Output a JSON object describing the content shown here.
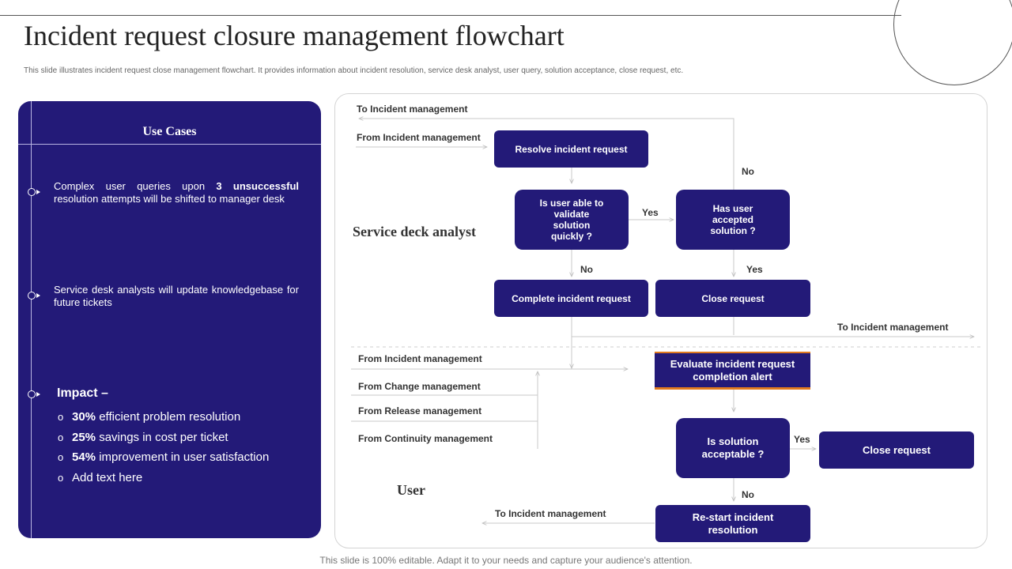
{
  "header": {
    "title": "Incident request closure management flowchart",
    "subtitle": "This slide illustrates incident request close management  flowchart. It provides information about incident resolution, service desk analyst, user query, solution acceptance, close request, etc."
  },
  "footer": "This slide is 100% editable. Adapt it to your needs and capture your audience's attention.",
  "use_cases": {
    "title": "Use Cases",
    "item1": {
      "pre": "Complex user queries upon ",
      "bold": "3 unsuccessful",
      "post": " resolution attempts will be shifted to manager desk"
    },
    "item2": "Service desk analysts will update knowledgebase for future tickets",
    "impact_title": "Impact –",
    "impact_items": [
      {
        "bold": "30%",
        "text": " efficient problem resolution"
      },
      {
        "bold": "25%",
        "text": " savings in cost per ticket"
      },
      {
        "bold": "54%",
        "text": " improvement in  user satisfaction"
      },
      {
        "bold": "",
        "text": "Add text here"
      }
    ],
    "bullet_glyph": "o"
  },
  "flowchart": {
    "lanes": {
      "analyst": "Service deck analyst",
      "user": "User"
    },
    "nodes": {
      "resolve": "Resolve incident request",
      "validate": "Is user able to validate solution quickly ?",
      "accepted": "Has user accepted solution ?",
      "complete": "Complete incident request",
      "close1": "Close request",
      "evaluate": "Evaluate incident request completion alert",
      "acceptable": "Is solution acceptable ?",
      "close2": "Close request",
      "restart": "Re-start incident resolution"
    },
    "labels": {
      "to_im_top": "To Incident management",
      "from_im_top": "From Incident management",
      "no_top": "No",
      "yes_mid": "Yes",
      "no_mid": "No",
      "yes_right": "Yes",
      "to_im_right": "To Incident management",
      "from_im": "From Incident management",
      "from_change": "From Change management",
      "from_release": "From Release management",
      "from_continuity": "From Continuity  management",
      "yes_user": "Yes",
      "no_user": "No",
      "to_im_bottom": "To Incident management"
    }
  },
  "colors": {
    "navy": "#231a78",
    "accent": "#e07a1f",
    "connector": "#c8c8c8"
  }
}
